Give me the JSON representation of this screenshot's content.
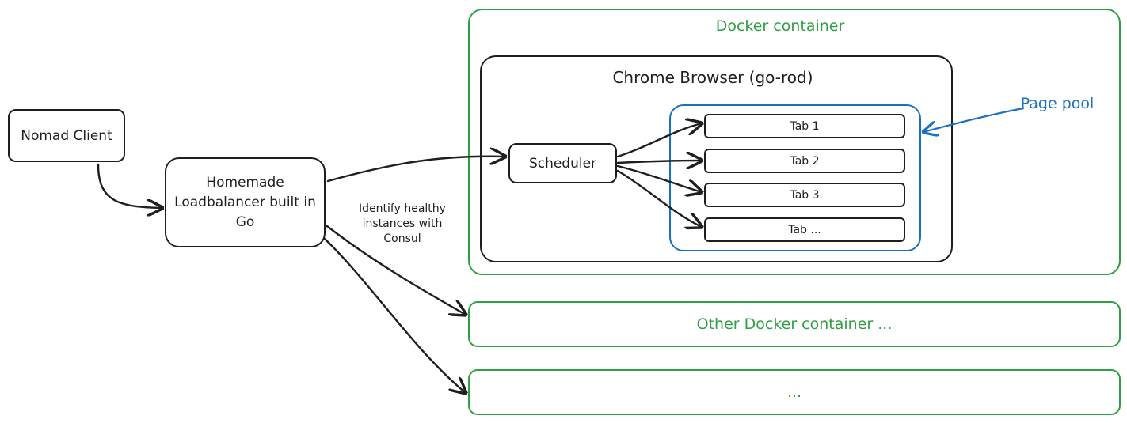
{
  "nodes": {
    "nomad_client": "Nomad Client",
    "loadbalancer": "Homemade Loadbalancer built in Go",
    "docker_container": "Docker container",
    "chrome_browser": "Chrome Browser (go-rod)",
    "scheduler": "Scheduler",
    "page_pool": "Page pool",
    "tabs": [
      "Tab 1",
      "Tab 2",
      "Tab 3",
      "Tab ..."
    ],
    "other_docker": "Other Docker container ...",
    "ellipsis_container": "..."
  },
  "edge_labels": {
    "health_check": "Identify healthy instances with Consul"
  },
  "colors": {
    "stroke": "#1e1e1e",
    "green": "#2f9e44",
    "blue": "#1971c2"
  }
}
